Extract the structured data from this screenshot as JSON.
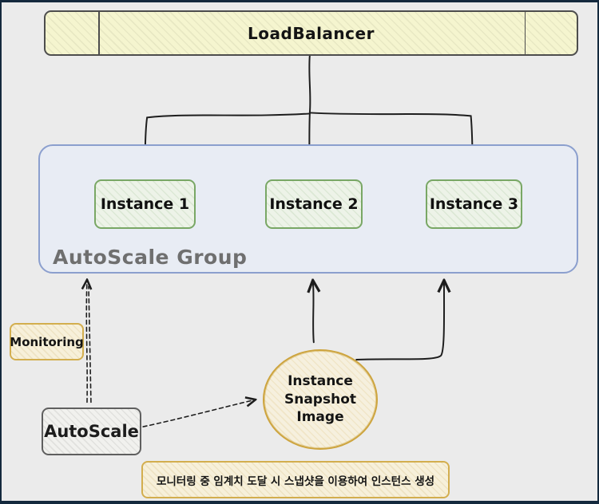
{
  "load_balancer": {
    "label": "LoadBalancer"
  },
  "autoscale_group": {
    "label": "AutoScale Group",
    "instances": [
      {
        "label": "Instance 1"
      },
      {
        "label": "Instance 2"
      },
      {
        "label": "Instance 3"
      }
    ]
  },
  "monitoring": {
    "label": "Monitoring"
  },
  "autoscale": {
    "label": "AutoScale"
  },
  "snapshot_image": {
    "lines": [
      "Instance",
      "Snapshot",
      "Image"
    ]
  },
  "note": {
    "text": "모니터링 중 임계치 도달 시 스냅샷을 이용하여 인스턴스 생성"
  },
  "colors": {
    "background": "#ebebeb",
    "frame_border": "#14293d",
    "load_balancer_fill": "#f5f5cf",
    "load_balancer_border": "#4d4d4d",
    "instance_fill": "#edf3e8",
    "instance_border": "#79a765",
    "group_fill": "#e8ecf4",
    "group_border": "#8b9fce",
    "group_label_color": "#6f6f6f",
    "note_fill": "#f7f0da",
    "note_border": "#d3ae4e",
    "snapshot_border": "#cda43e",
    "autoscale_fill": "#f1f1ee",
    "autoscale_border": "#5f5f5f",
    "arrow": "#1d1d1d"
  }
}
